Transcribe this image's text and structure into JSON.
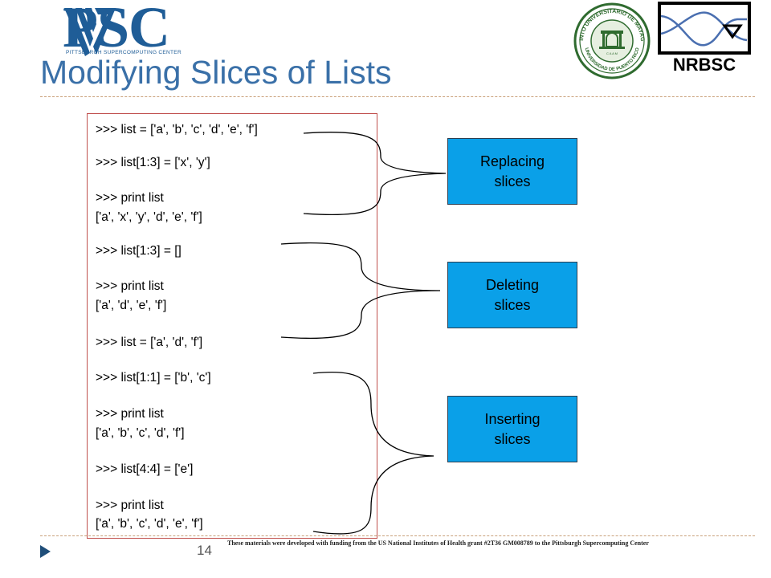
{
  "header": {
    "logo_text": "PSC",
    "logo_subtitle": "PITTSBURGH SUPERCOMPUTING CENTER",
    "title": "Modifying Slices of Lists",
    "seal_top_text": "RECINTO UNIVERSITARIO DE MAYAGÜEZ",
    "seal_bottom_text": "UNIVERSIDAD DE PUERTO RICO",
    "seal_center_text": "C A A M",
    "nrbsc_text": "NRBSC"
  },
  "code": {
    "lines": [
      ">>> list = ['a', 'b', 'c', 'd', 'e', 'f']",
      ">>> list[1:3] = ['x', 'y']",
      ">>> print list",
      "['a', 'x', 'y', 'd', 'e', 'f']",
      ">>> list[1:3] = []",
      ">>> print list",
      "['a', 'd', 'e', 'f']",
      ">>> list = ['a', 'd', 'f']",
      ">>> list[1:1] = ['b', 'c']",
      ">>> print list",
      "['a', 'b', 'c', 'd', 'f']",
      ">>> list[4:4] = ['e']",
      ">>> print list",
      "['a', 'b', 'c', 'd', 'e', 'f']"
    ]
  },
  "labels": {
    "replacing": "Replacing\nslices",
    "deleting": "Deleting\nslices",
    "inserting": "Inserting\nslices"
  },
  "footer": {
    "note": "These materials were developed with funding from the US National Institutes of Health grant #2T36 GM008789 to the Pittsburgh Supercomputing Center",
    "page_number": "14"
  },
  "colors": {
    "brand_blue": "#1f5d97",
    "title_blue": "#3a70a8",
    "label_fill": "#0aa0e8",
    "panel_border": "#c0504d",
    "divider": "#c9a07a",
    "bullet": "#1f4e79"
  },
  "icons": [
    "psc-chevron-icon",
    "university-seal-icon",
    "nrbsc-logo-icon",
    "triangle-bullet-icon"
  ]
}
